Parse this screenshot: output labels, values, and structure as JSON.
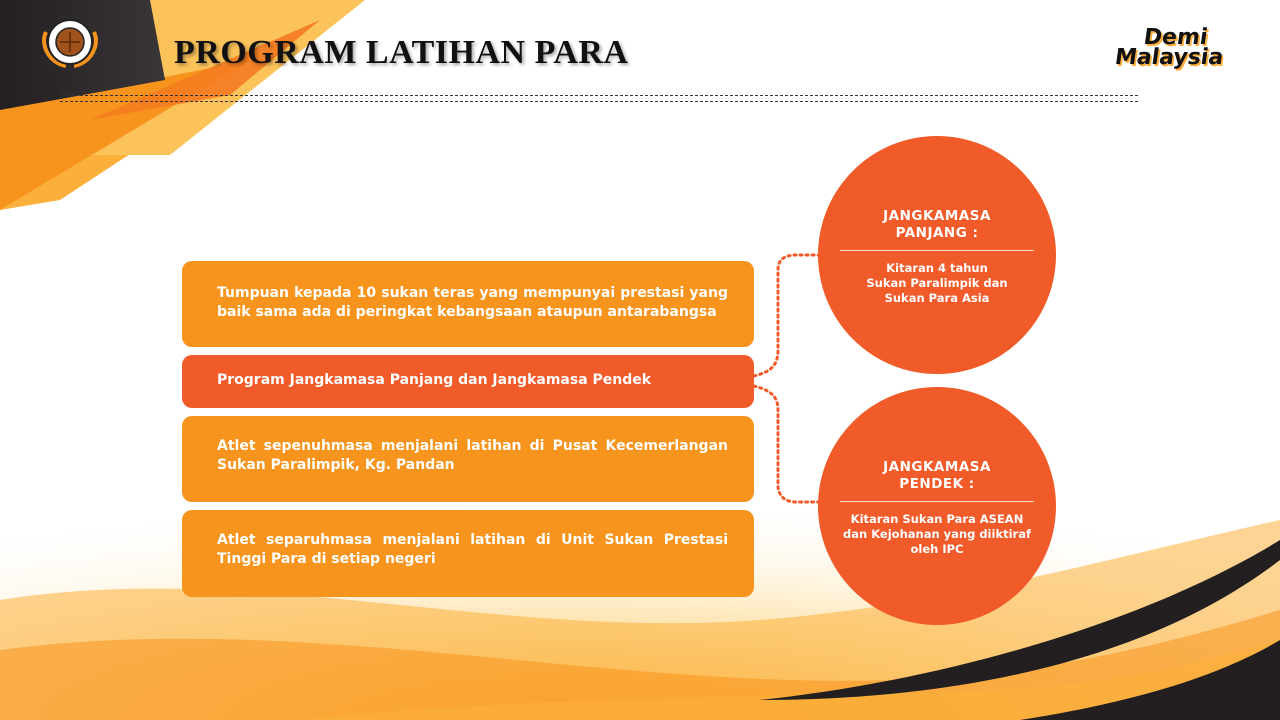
{
  "slide": {
    "title": "PROGRAM LATIHAN PARA",
    "logo_left": "Majlis Sukan Negara Malaysia emblem",
    "logo_right": {
      "line1": "Demi",
      "line2": "Malaysia"
    }
  },
  "colors": {
    "orange": "#f7941d",
    "red_orange": "#f15a29",
    "dark": "#231f20",
    "yellow": "#fbb03b"
  },
  "boxes": [
    {
      "text": "Tumpuan kepada 10 sukan teras yang mempunyai prestasi yang baik sama ada di peringkat kebangsaan ataupun antarabangsa",
      "color": "orange"
    },
    {
      "text": "Program Jangkamasa Panjang dan Jangkamasa Pendek",
      "color": "red_orange"
    },
    {
      "text": "Atlet sepenuhmasa menjalani latihan di Pusat Kecemerlangan Sukan Paralimpik, Kg. Pandan",
      "color": "orange"
    },
    {
      "text": "Atlet separuhmasa menjalani latihan di Unit Sukan Prestasi Tinggi Para di setiap negeri",
      "color": "orange"
    }
  ],
  "circles": [
    {
      "heading_line1": "JANGKAMASA",
      "heading_line2": "PANJANG :",
      "desc_line1": "Kitaran 4 tahun",
      "desc_line2": "Sukan Paralimpik dan",
      "desc_line3": "Sukan Para Asia"
    },
    {
      "heading_line1": "JANGKAMASA",
      "heading_line2": "PENDEK :",
      "desc_line1": "Kitaran Sukan Para ASEAN",
      "desc_line2": "dan Kejohanan yang diiktiraf",
      "desc_line3": "oleh IPC"
    }
  ]
}
